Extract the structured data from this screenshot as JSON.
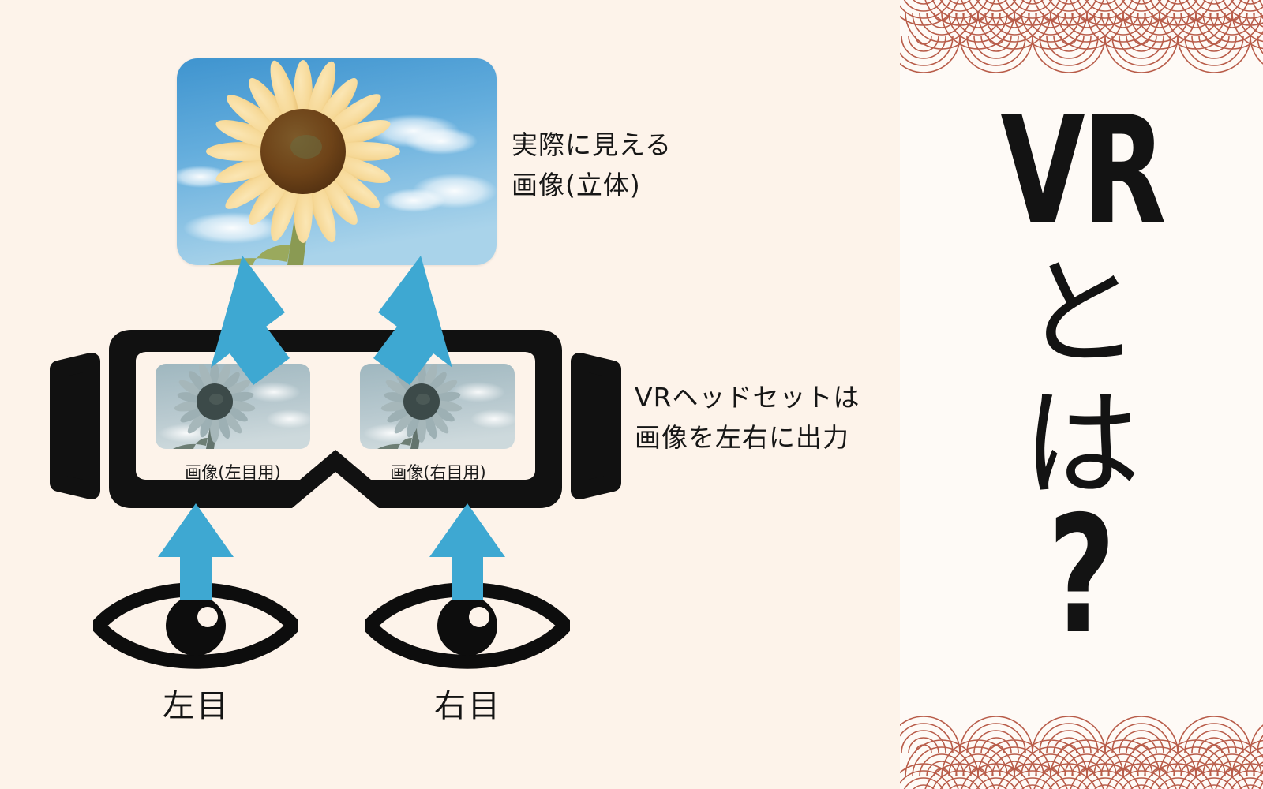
{
  "background": {
    "page_color": "#fdf3ea",
    "panel_color": "#fefaf6",
    "wave_color": "#b85c49",
    "arrow_color": "#3ea8d2",
    "ink_color": "#131313"
  },
  "hero": {
    "title": "VR",
    "kana_1": "と",
    "kana_2": "は",
    "question": "?",
    "wave_pattern_name": "seigaiha-wave-pattern"
  },
  "diagram": {
    "stereo_image": {
      "alt": "sunflower-blue-sky-photo"
    },
    "captions": {
      "stereo": "実際に見える\n画像(立体)",
      "headset": "VRヘッドセットは\n画像を左右に出力"
    },
    "lenses": [
      {
        "id": "left",
        "label": "画像(左目用)",
        "alt": "sunflower-thumbnail-left"
      },
      {
        "id": "right",
        "label": "画像(右目用)",
        "alt": "sunflower-thumbnail-right"
      }
    ],
    "eyes": [
      {
        "id": "left",
        "label": "左目"
      },
      {
        "id": "right",
        "label": "右目"
      }
    ]
  }
}
